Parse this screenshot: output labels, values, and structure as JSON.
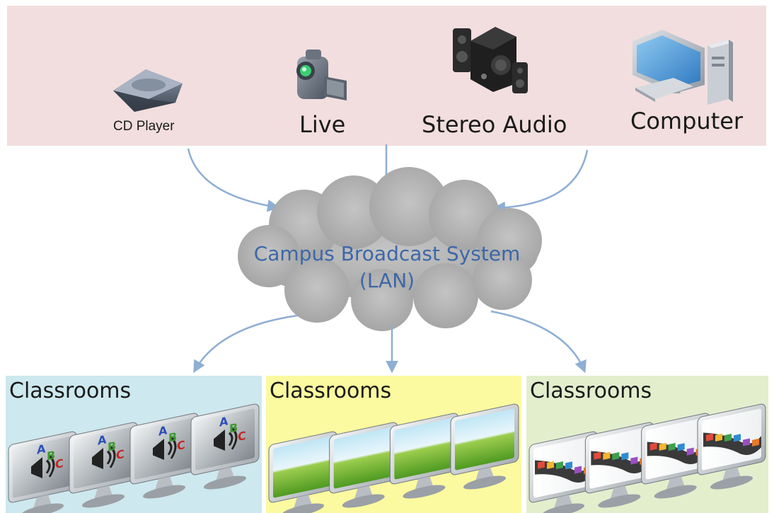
{
  "sources": [
    {
      "id": "cd",
      "label": "CD Player",
      "icon": "cd-player-icon"
    },
    {
      "id": "live",
      "label": "Live",
      "icon": "video-camera-icon"
    },
    {
      "id": "stereo",
      "label": "Stereo Audio",
      "icon": "speaker-system-icon"
    },
    {
      "id": "computer",
      "label": "Computer",
      "icon": "desktop-computer-icon"
    }
  ],
  "hub": {
    "line1": "Campus Broadcast System",
    "line2": "(LAN)",
    "icon": "cloud-icon"
  },
  "destinations": [
    {
      "label": "Classrooms",
      "screen": "abc-audio-screen",
      "color": "#cde8ee"
    },
    {
      "label": "Classrooms",
      "screen": "landscape-screen",
      "color": "#fbfaa0"
    },
    {
      "label": "Classrooms",
      "screen": "film-strip-screen",
      "color": "#e3eecd"
    }
  ],
  "colors": {
    "source_band": "#f2dede",
    "arrow": "#8eaed4",
    "cloud": "#b4b4b4",
    "hub_text": "#3d67a8"
  }
}
